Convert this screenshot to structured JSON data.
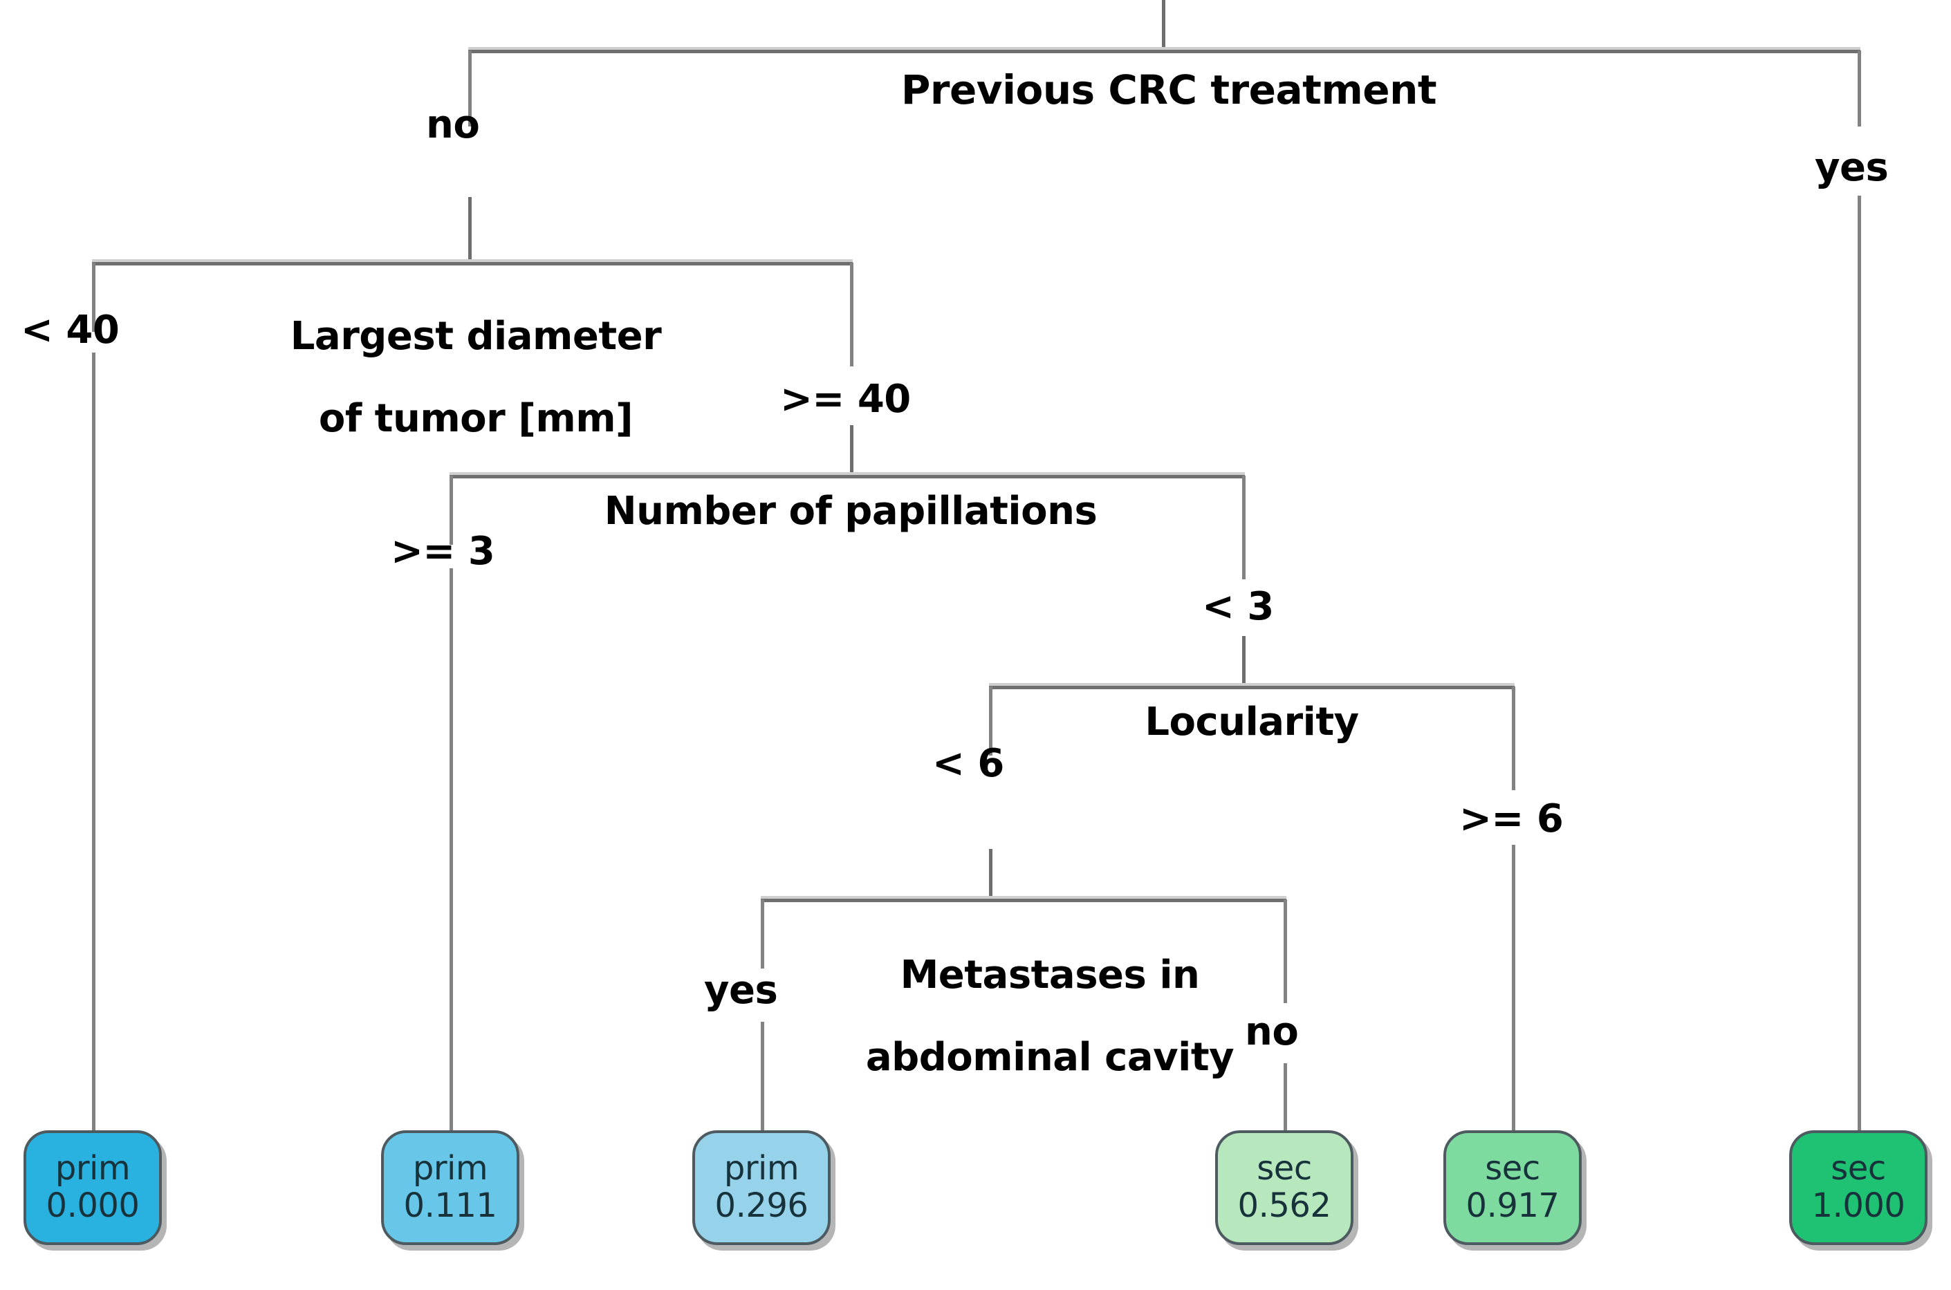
{
  "diagram": {
    "type": "decision-tree",
    "title": "",
    "splits": [
      {
        "id": "root",
        "label": "Previous CRC treatment",
        "left_edge": "no",
        "right_edge": "yes"
      },
      {
        "id": "diameter",
        "label_line1": "Largest diameter",
        "label_line2": "of tumor [mm]",
        "left_edge": "< 40",
        "right_edge": ">= 40"
      },
      {
        "id": "papillations",
        "label": "Number of papillations",
        "left_edge": ">= 3",
        "right_edge": "< 3"
      },
      {
        "id": "locularity",
        "label": "Locularity",
        "left_edge": "< 6",
        "right_edge": ">= 6"
      },
      {
        "id": "metastases",
        "label_line1": "Metastases in",
        "label_line2": "abdominal cavity",
        "left_edge": "yes",
        "right_edge": "no"
      }
    ],
    "leaves": [
      {
        "id": "leaf-1",
        "class_label": "prim",
        "value": "0.000",
        "fill": "#29b2e0"
      },
      {
        "id": "leaf-2",
        "class_label": "prim",
        "value": "0.111",
        "fill": "#68c6e8"
      },
      {
        "id": "leaf-3",
        "class_label": "prim",
        "value": "0.296",
        "fill": "#96d3ea"
      },
      {
        "id": "leaf-4",
        "class_label": "sec",
        "value": "0.562",
        "fill": "#b7e8bd"
      },
      {
        "id": "leaf-5",
        "class_label": "sec",
        "value": "0.917",
        "fill": "#7ddba0"
      },
      {
        "id": "leaf-6",
        "class_label": "sec",
        "value": "1.000",
        "fill": "#1fc173"
      }
    ],
    "colors": {
      "line": "#6e6e6e",
      "line_light": "#cfcfcf",
      "leaf_border": "#4d5a5f",
      "leaf_text": "#17323b"
    }
  }
}
